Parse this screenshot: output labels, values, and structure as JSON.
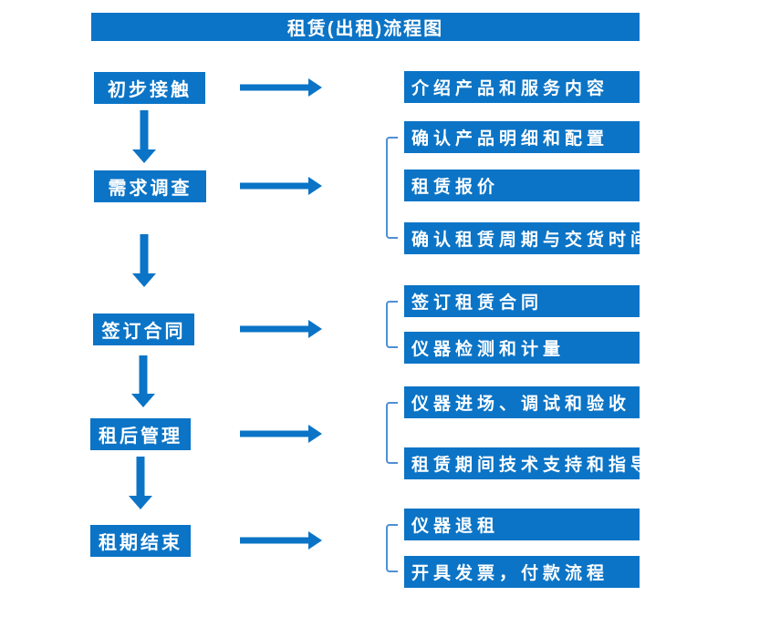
{
  "title": "租赁(出租)流程图",
  "colors": {
    "accent": "#0B74C6",
    "bracket": "#4F8FD6",
    "text_on_accent": "#FFFFFF"
  },
  "steps": [
    {
      "label": "初步接触",
      "details": [
        "介绍产品和服务内容"
      ]
    },
    {
      "label": "需求调查",
      "details": [
        "确认产品明细和配置",
        "租赁报价",
        "确认租赁周期与交货时间"
      ]
    },
    {
      "label": "签订合同",
      "details": [
        "签订租赁合同",
        "仪器检测和计量"
      ]
    },
    {
      "label": "租后管理",
      "details": [
        "仪器进场、调试和验收",
        "租赁期间技术支持和指导"
      ]
    },
    {
      "label": "租期结束",
      "details": [
        "仪器退租",
        "开具发票，付款流程"
      ]
    }
  ]
}
